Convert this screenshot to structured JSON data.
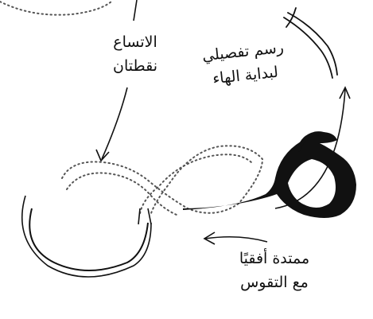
{
  "labels": {
    "spacing": {
      "line1": "الاتساع",
      "line2": "نقطتان"
    },
    "detail": {
      "line1": "رسم تفصيلي",
      "line2": "لبداية الهاء"
    },
    "extended": {
      "line1": "ممتدة أفقيًا",
      "line2": "مع التقوس"
    }
  },
  "colors": {
    "ink": "#111111",
    "dots": "#555555"
  }
}
